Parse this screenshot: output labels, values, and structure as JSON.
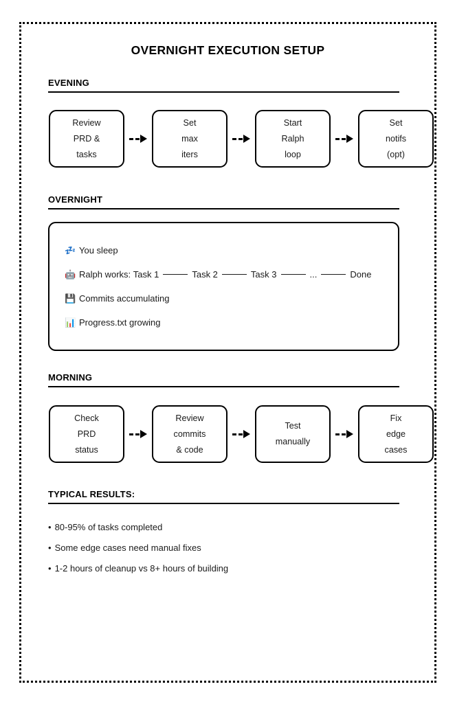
{
  "poster": {
    "title": "OVERNIGHT EXECUTION SETUP"
  },
  "sections": {
    "evening": {
      "heading": "EVENING"
    },
    "overnight": {
      "heading": "OVERNIGHT"
    },
    "morning": {
      "heading": "MORNING"
    },
    "results": {
      "heading": "TYPICAL RESULTS:"
    }
  },
  "evening_flow": {
    "steps": [
      {
        "lines": [
          "Review",
          "PRD &",
          "tasks"
        ]
      },
      {
        "lines": [
          "Set",
          "max",
          "iters"
        ]
      },
      {
        "lines": [
          "Start",
          "Ralph",
          "loop"
        ]
      },
      {
        "lines": [
          "Set",
          "notifs",
          "(opt)"
        ]
      }
    ],
    "arrow_icon": "dashed-arrow-right-icon"
  },
  "overnight_panel": {
    "items": [
      {
        "emoji": "💤",
        "icon_name": "sleep-icon",
        "text": "You sleep"
      },
      {
        "emoji": "🤖",
        "icon_name": "robot-icon",
        "text": "Ralph works:",
        "chain": [
          "Task 1",
          "Task 2",
          "Task 3",
          "...",
          "Done"
        ]
      },
      {
        "emoji": "💾",
        "icon_name": "floppy-disk-icon",
        "text": "Commits accumulating"
      },
      {
        "emoji": "📊",
        "icon_name": "bar-chart-icon",
        "text": "Progress.txt growing"
      }
    ]
  },
  "morning_flow": {
    "steps": [
      {
        "lines": [
          "Check",
          "PRD",
          "status"
        ]
      },
      {
        "lines": [
          "Review",
          "commits",
          "& code"
        ]
      },
      {
        "lines": [
          "Test",
          "manually"
        ]
      },
      {
        "lines": [
          "Fix",
          "edge",
          "cases"
        ]
      }
    ],
    "arrow_icon": "dashed-arrow-right-icon"
  },
  "results": {
    "bullet": "•",
    "items": [
      "80-95% of tasks completed",
      "Some edge cases need manual fixes",
      "1-2 hours of cleanup vs 8+ hours of building"
    ]
  },
  "colors": {
    "ink": "#000000",
    "text": "#1a1a1a",
    "background": "#ffffff"
  }
}
